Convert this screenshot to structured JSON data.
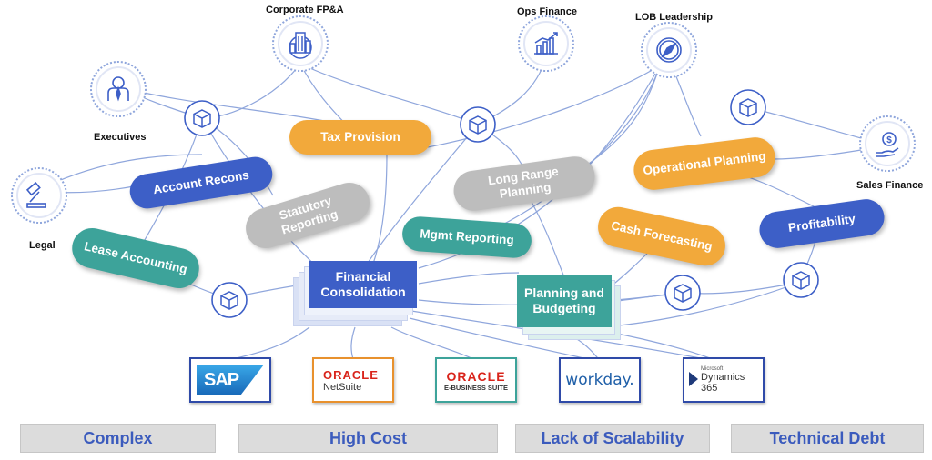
{
  "personas": [
    {
      "id": "corporate",
      "label": "Corporate FP&A",
      "icon": "building-icon"
    },
    {
      "id": "ops",
      "label": "Ops Finance",
      "icon": "growth-chart-icon"
    },
    {
      "id": "lob",
      "label": "LOB Leadership",
      "icon": "compass-icon"
    },
    {
      "id": "executives",
      "label": "Executives",
      "icon": "businessman-icon"
    },
    {
      "id": "legal",
      "label": "Legal",
      "icon": "gavel-icon"
    },
    {
      "id": "sales",
      "label": "Sales Finance",
      "icon": "dollar-hand-icon"
    }
  ],
  "processes": [
    {
      "id": "tax",
      "label": "Tax Provision",
      "color": "#F2A93B"
    },
    {
      "id": "recons",
      "label": "Account Recons",
      "color": "#3D5FC7"
    },
    {
      "id": "statutory",
      "label": "Statutory Reporting",
      "color": "#BDBDBD"
    },
    {
      "id": "lease",
      "label": "Lease Accounting",
      "color": "#3DA39A"
    },
    {
      "id": "lrp",
      "label": "Long Range Planning",
      "color": "#BDBDBD"
    },
    {
      "id": "mgmt",
      "label": "Mgmt Reporting",
      "color": "#3DA39A"
    },
    {
      "id": "opplan",
      "label": "Operational Planning",
      "color": "#F2A93B"
    },
    {
      "id": "cash",
      "label": "Cash Forecasting",
      "color": "#F2A93B"
    },
    {
      "id": "profit",
      "label": "Profitability",
      "color": "#3D5FC7"
    }
  ],
  "core_systems": [
    {
      "id": "consolidation",
      "label": "Financial Consolidation",
      "color": "#3D5FC7"
    },
    {
      "id": "planning",
      "label": "Planning and Budgeting",
      "color": "#3DA39A"
    }
  ],
  "vendors": [
    {
      "id": "sap",
      "label": "SAP"
    },
    {
      "id": "netsuite",
      "brand": "ORACLE",
      "product": "NetSuite"
    },
    {
      "id": "ebs",
      "brand": "ORACLE",
      "product": "E-BUSINESS SUITE"
    },
    {
      "id": "workday",
      "label": "workday."
    },
    {
      "id": "dynamics",
      "small": "Microsoft",
      "product": "Dynamics 365"
    }
  ],
  "challenges": [
    "Complex",
    "High Cost",
    "Lack of Scalability",
    "Technical Debt"
  ],
  "colors": {
    "line": "#8FA6DC",
    "cube": "#3D5FC7",
    "bar_text": "#3B5BBD"
  }
}
